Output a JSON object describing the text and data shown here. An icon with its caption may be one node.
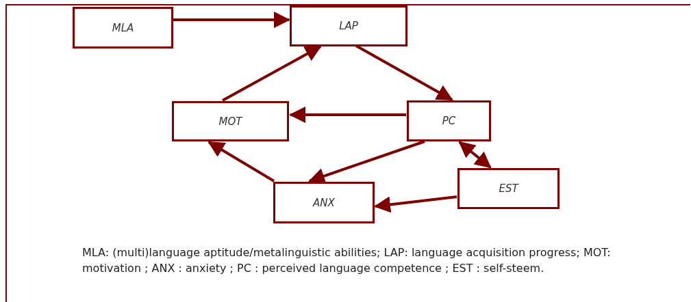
{
  "diagram": {
    "caption": "MLA: (multi)language aptitude/metalinguistic abilities; LAP: language acquisition progress; MOT: motivation ; ANX : anxiety ; PC : perceived language competence ; EST : self-steem.",
    "nodes": [
      {
        "text": [
          "MLA"
        ]
      },
      {
        "text": [
          "LAP"
        ]
      },
      {
        "text": [
          "MOT"
        ]
      },
      {
        "text": [
          "PC"
        ]
      },
      {
        "text": [
          "EST"
        ]
      },
      {
        "text": [
          "ANX"
        ]
      }
    ],
    "edges": [
      {
        "from": 0,
        "to": 1,
        "arrow": "to"
      },
      {
        "from": 2,
        "to": 1,
        "arrow": "to"
      },
      {
        "from": 1,
        "to": 3,
        "arrow": "to"
      },
      {
        "from": 3,
        "to": 2,
        "arrow": "to"
      },
      {
        "from": 3,
        "to": 5,
        "arrow": "to"
      },
      {
        "from": 5,
        "to": 2,
        "arrow": "to"
      },
      {
        "from": 3,
        "to": 4,
        "arrow": "both"
      },
      {
        "from": 4,
        "to": 5,
        "arrow": "to"
      }
    ]
  }
}
